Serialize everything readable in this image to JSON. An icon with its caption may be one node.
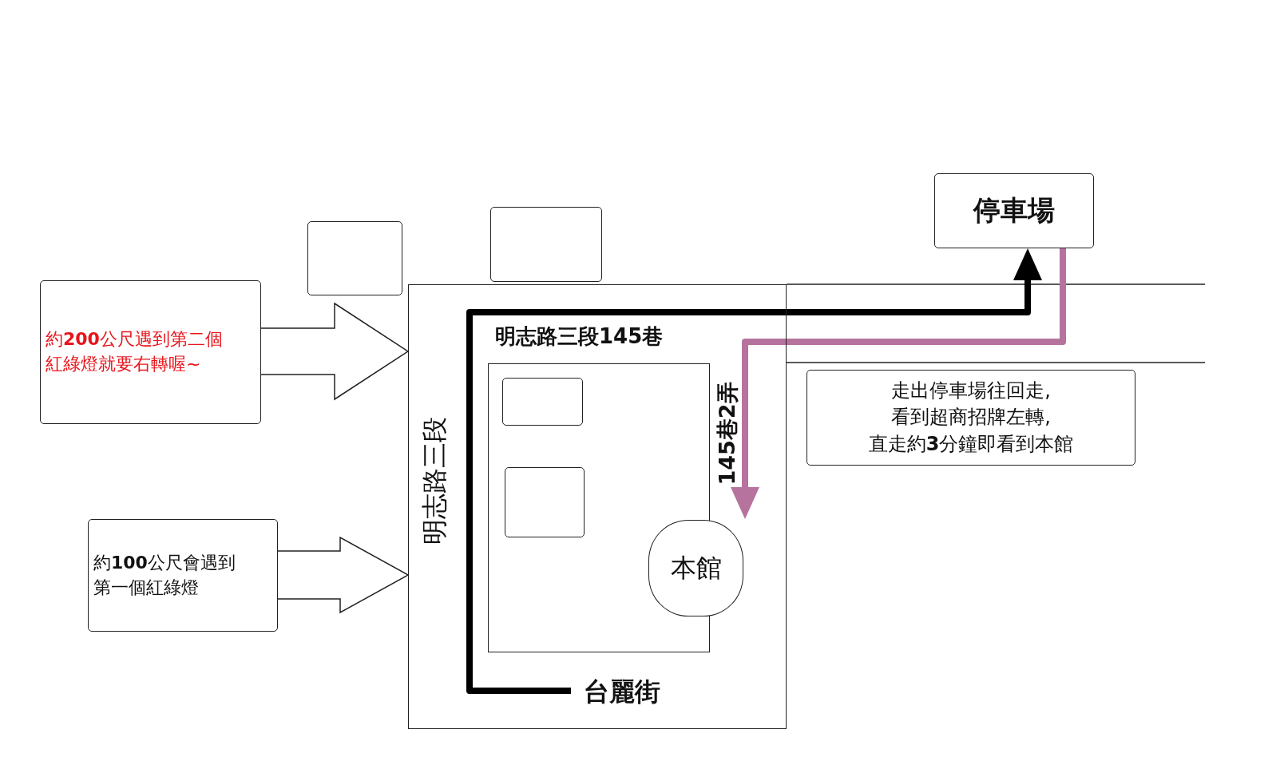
{
  "diagram": {
    "nodes": [
      {
        "text": [
          "約**200**公尺遇到第二個紅綠燈就要右轉喔~"
        ]
      },
      {
        "text": [],
        "shape": "box"
      },
      {
        "text": [],
        "shape": "box"
      },
      {
        "text": [
          "停車場"
        ]
      },
      {
        "text": [],
        "shape": "box"
      },
      {
        "text": [],
        "shape": "box",
        "in": 4
      },
      {
        "text": [],
        "shape": "box",
        "in": 5
      },
      {
        "text": [],
        "shape": "box",
        "in": 5
      },
      {
        "text": [
          "本館"
        ],
        "in": 4
      },
      {
        "text": [
          "走出停車場往回走,看到超商招牌左轉,直走約**3**分鐘即看到本館"
        ]
      },
      {
        "text": [
          "約**100**公尺會遇到第一個紅綠燈"
        ]
      },
      {
        "text": [
          "台麗街"
        ],
        "in": 4
      }
    ],
    "edges": [
      {
        "from": 0,
        "to": 4,
        "arrow": "to",
        "style": "thick"
      },
      {
        "from": 10,
        "to": 4,
        "arrow": "to",
        "style": "thick"
      },
      {
        "from": 11,
        "to": 3,
        "arrow": "to"
      },
      {
        "from": 3,
        "to": 8,
        "arrow": "to",
        "color": "#b5739d"
      }
    ],
    "labels": [
      "明志路三段145巷",
      "145巷2弄",
      "明志路三段"
    ]
  }
}
